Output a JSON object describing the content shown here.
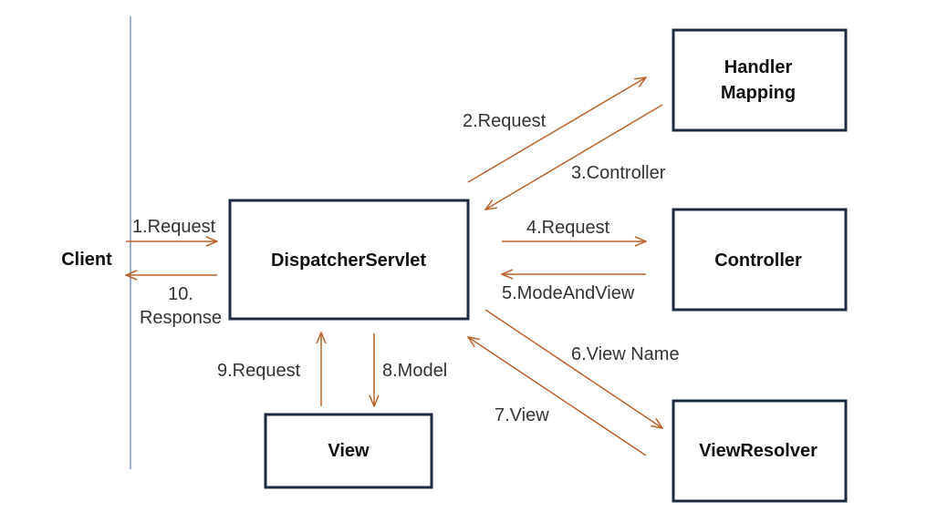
{
  "colors": {
    "box_border": "#1c2b3f",
    "arrow": "#b8622c",
    "divider": "#7f97b3",
    "text": "#333333"
  },
  "client": {
    "label": "Client"
  },
  "boxes": {
    "dispatcher": {
      "label": "DispatcherServlet"
    },
    "handler_mapping": {
      "line1": "Handler",
      "line2": "Mapping"
    },
    "controller": {
      "label": "Controller"
    },
    "view_resolver": {
      "label": "ViewResolver"
    },
    "view": {
      "label": "View"
    }
  },
  "edges": {
    "e1": {
      "label": "1.Request"
    },
    "e2": {
      "label": "2.Request"
    },
    "e3": {
      "label": "3.Controller"
    },
    "e4": {
      "label": "4.Request"
    },
    "e5": {
      "label": "5.ModeAndView"
    },
    "e6": {
      "label": "6.View Name"
    },
    "e7": {
      "label": "7.View"
    },
    "e8": {
      "label": "8.Model"
    },
    "e9": {
      "label": "9.Request"
    },
    "e10": {
      "line1": "10.",
      "line2": "Response"
    }
  }
}
